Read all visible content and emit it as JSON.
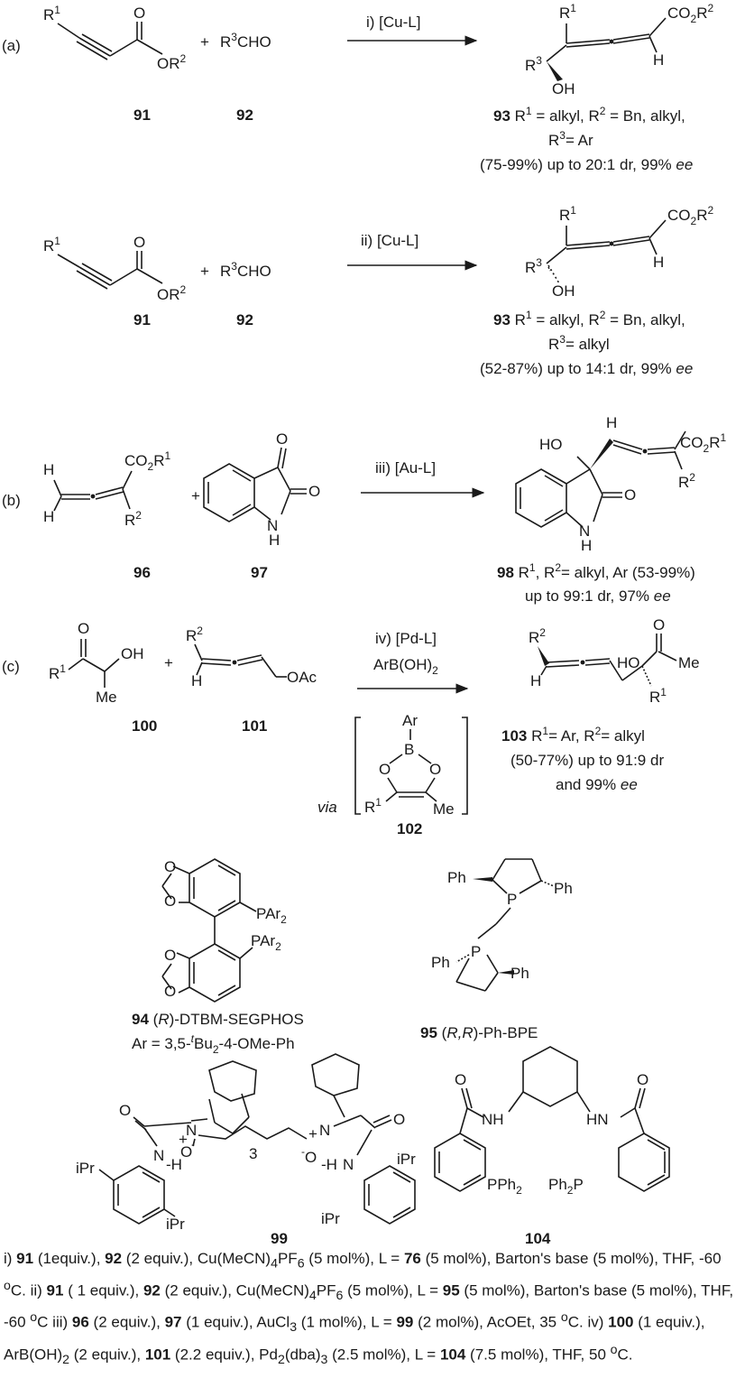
{
  "section_a": {
    "tag": "(a)",
    "rxn1_reagent": "i) [Cu-L]",
    "rxn2_reagent": "ii) [Cu-L]",
    "label_91": "91",
    "label_92": "92",
    "aldehyde": "CHO",
    "r3": "R",
    "plus": "+",
    "prod1_num": "93",
    "prod1_desc": "= alkyl, R",
    "prod1_r3": "= Ar",
    "prod1_yield": "(75-99%) up to 20:1 dr, 99%",
    "prod2_num": "93",
    "prod2_r3": "= alkyl",
    "prod2_yield": "(52-87%) up to 14:1 dr, 99%",
    "ee": "ee"
  },
  "section_b": {
    "tag": "(b)",
    "reagent": "iii) [Au-L]",
    "label_96": "96",
    "label_97": "97",
    "prod_num": "98",
    "prod_desc": "= alkyl, Ar (53-99%)",
    "prod_yield": "up to 99:1 dr, 97%",
    "ee": "ee"
  },
  "section_c": {
    "tag": "(c)",
    "reagent_top": "iv) [Pd-L]",
    "reagent_bottom": "ArB(OH)",
    "via": "via",
    "label_100": "100",
    "label_101": "101",
    "label_102": "102",
    "prod_num": "103",
    "prod_desc": "= Ar, R",
    "prod_desc2": "= alkyl",
    "prod_yield": "(50-77%) up to 91:9 dr",
    "prod_yield2": "and 99%",
    "ee": "ee"
  },
  "ligands": {
    "l94_num": "94",
    "l94_name": "-DTBM-SEGPHOS",
    "l94_ar": "Ar = 3,5-",
    "l94_ar2": "Bu",
    "l94_ar3": "-4-OMe-Ph",
    "l95_num": "95",
    "l95_name": "-Ph-BPE",
    "l99_num": "99",
    "l104_num": "104"
  },
  "caption": {
    "p1": "i) ",
    "p2": " (1equiv.), ",
    "p3": " (2 equiv.), Cu(MeCN)",
    "p4": "PF",
    "p5": " (5 mol%), L = ",
    "p6": " (5 mol%), Barton's base (5 mol%), THF, -60 ",
    "p7": "C. ii) ",
    "p8": " ( 1 equiv.), ",
    "p9": " (2 equiv.), Cu(MeCN)",
    "p10": " (5 mol%), Barton's base (5 mol%), THF, -60 ",
    "p11": "C  iii) ",
    "p12": " (2 equiv.), ",
    "p13": " (1 equiv.), AuCl",
    "p14": " (1 mol%), L = ",
    "p15": " (2 mol%), AcOEt, 35 ",
    "p16": "C. iv) ",
    "p17": " (1 equiv.), ArB(OH)",
    "p18": " (2 equiv.), ",
    "p19": " (2.2 equiv.), Pd",
    "p20": "(dba)",
    "p21": " (2.5 mol%), L = ",
    "p22": " (7.5 mol%), THF, 50 ",
    "p23": "C.",
    "n91": "91",
    "n92": "92",
    "n76": "76",
    "n95": "95",
    "n96": "96",
    "n97": "97",
    "n99": "99",
    "n100": "100",
    "n101": "101",
    "n104": "104",
    "s4": "4",
    "s6": "6",
    "s3": "3",
    "s2": "2",
    "deg": "o"
  }
}
